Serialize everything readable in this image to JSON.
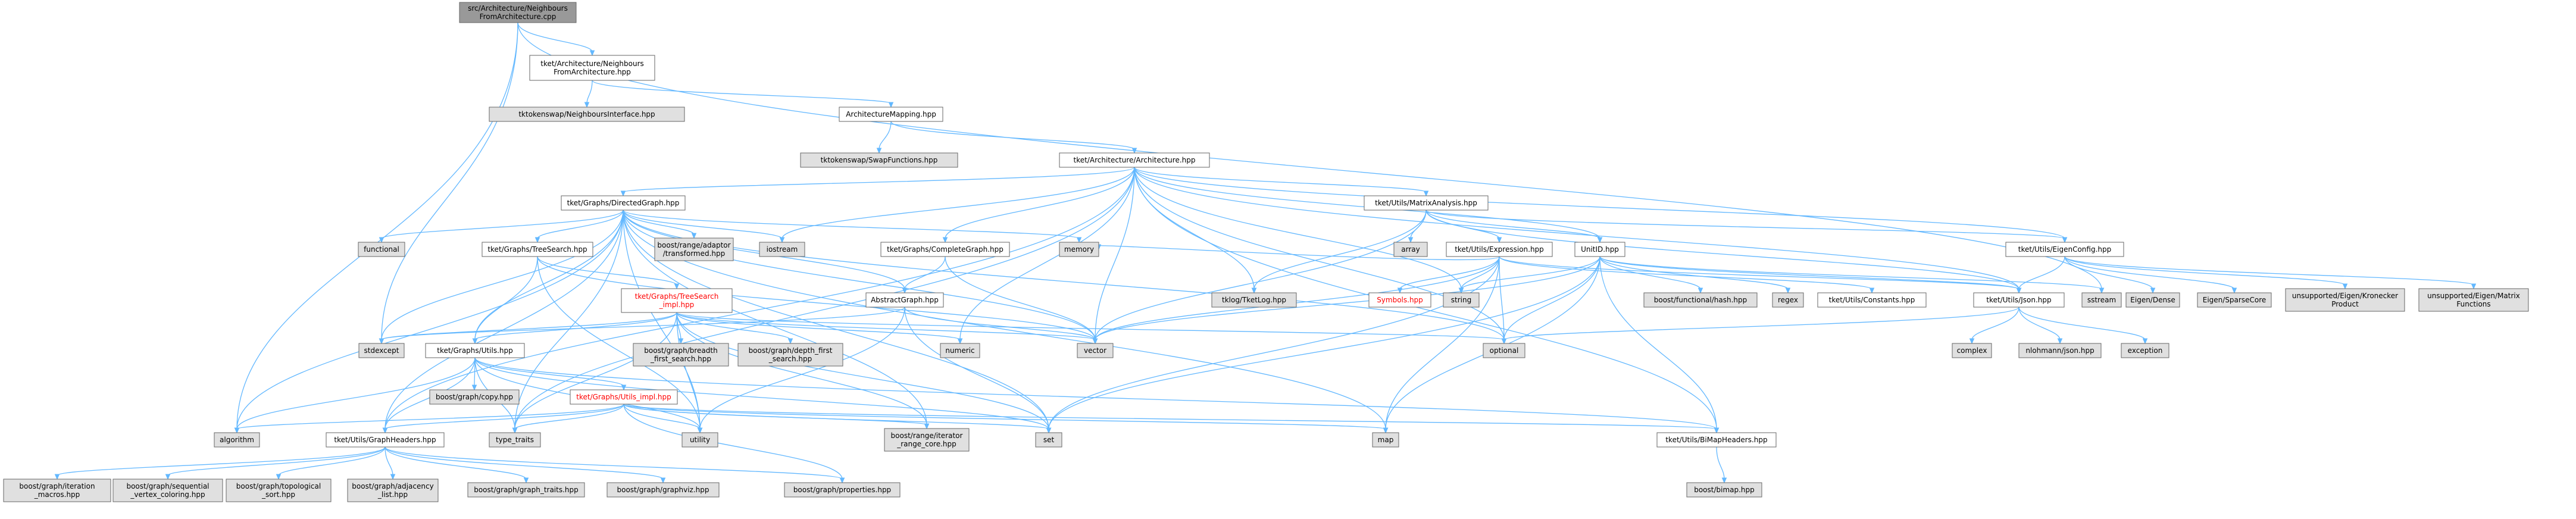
{
  "graph": {
    "nodes": [
      {
        "id": "src",
        "lines": [
          "src/Architecture/Neighbours",
          "FromArchitecture.cpp"
        ],
        "style": "root"
      },
      {
        "id": "nfa",
        "lines": [
          "tket/Architecture/Neighbours",
          "FromArchitecture.hpp"
        ],
        "style": "normal"
      },
      {
        "id": "tki",
        "lines": [
          "tktokenswap/NeighboursInterface.hpp"
        ],
        "style": "external"
      },
      {
        "id": "am",
        "lines": [
          "ArchitectureMapping.hpp"
        ],
        "style": "normal"
      },
      {
        "id": "tsf",
        "lines": [
          "tktokenswap/SwapFunctions.hpp"
        ],
        "style": "external"
      },
      {
        "id": "arch",
        "lines": [
          "tket/Architecture/Architecture.hpp"
        ],
        "style": "normal"
      },
      {
        "id": "dg",
        "lines": [
          "tket/Graphs/DirectedGraph.hpp"
        ],
        "style": "normal"
      },
      {
        "id": "functional",
        "lines": [
          "functional"
        ],
        "style": "external"
      },
      {
        "id": "ts",
        "lines": [
          "tket/Graphs/TreeSearch.hpp"
        ],
        "style": "normal"
      },
      {
        "id": "bra",
        "lines": [
          "boost/range/adaptor",
          "/transformed.hpp"
        ],
        "style": "external"
      },
      {
        "id": "iostream",
        "lines": [
          "iostream"
        ],
        "style": "external"
      },
      {
        "id": "cg",
        "lines": [
          "tket/Graphs/CompleteGraph.hpp"
        ],
        "style": "normal"
      },
      {
        "id": "memory",
        "lines": [
          "memory"
        ],
        "style": "external"
      },
      {
        "id": "ma",
        "lines": [
          "tket/Utils/MatrixAnalysis.hpp"
        ],
        "style": "normal"
      },
      {
        "id": "array",
        "lines": [
          "array"
        ],
        "style": "external"
      },
      {
        "id": "expr",
        "lines": [
          "tket/Utils/Expression.hpp"
        ],
        "style": "normal"
      },
      {
        "id": "unitid",
        "lines": [
          "UnitID.hpp"
        ],
        "style": "normal"
      },
      {
        "id": "ec",
        "lines": [
          "tket/Utils/EigenConfig.hpp"
        ],
        "style": "normal"
      },
      {
        "id": "tsi",
        "lines": [
          "tket/Graphs/TreeSearch",
          "_impl.hpp"
        ],
        "style": "truncated"
      },
      {
        "id": "ag",
        "lines": [
          "AbstractGraph.hpp"
        ],
        "style": "normal"
      },
      {
        "id": "symbols",
        "lines": [
          "Symbols.hpp"
        ],
        "style": "truncated"
      },
      {
        "id": "tklog",
        "lines": [
          "tklog/TketLog.hpp"
        ],
        "style": "external"
      },
      {
        "id": "string",
        "lines": [
          "string"
        ],
        "style": "external"
      },
      {
        "id": "bfh",
        "lines": [
          "boost/functional/hash.hpp"
        ],
        "style": "external"
      },
      {
        "id": "regex",
        "lines": [
          "regex"
        ],
        "style": "external"
      },
      {
        "id": "consts",
        "lines": [
          "tket/Utils/Constants.hpp"
        ],
        "style": "normal"
      },
      {
        "id": "json",
        "lines": [
          "tket/Utils/Json.hpp"
        ],
        "style": "normal"
      },
      {
        "id": "sstream",
        "lines": [
          "sstream"
        ],
        "style": "external"
      },
      {
        "id": "eigdense",
        "lines": [
          "Eigen/Dense"
        ],
        "style": "external"
      },
      {
        "id": "eigsparse",
        "lines": [
          "Eigen/SparseCore"
        ],
        "style": "external"
      },
      {
        "id": "unkron",
        "lines": [
          "unsupported/Eigen/Kronecker",
          "Product"
        ],
        "style": "external"
      },
      {
        "id": "unmat",
        "lines": [
          "unsupported/Eigen/Matrix",
          "Functions"
        ],
        "style": "external"
      },
      {
        "id": "stdexcept",
        "lines": [
          "stdexcept"
        ],
        "style": "external"
      },
      {
        "id": "gu",
        "lines": [
          "tket/Graphs/Utils.hpp"
        ],
        "style": "normal"
      },
      {
        "id": "bgbfs",
        "lines": [
          "boost/graph/breadth",
          "_first_search.hpp"
        ],
        "style": "external"
      },
      {
        "id": "bgdfs",
        "lines": [
          "boost/graph/depth_first",
          "_search.hpp"
        ],
        "style": "external"
      },
      {
        "id": "numeric",
        "lines": [
          "numeric"
        ],
        "style": "external"
      },
      {
        "id": "vector",
        "lines": [
          "vector"
        ],
        "style": "external"
      },
      {
        "id": "optional",
        "lines": [
          "optional"
        ],
        "style": "external"
      },
      {
        "id": "complex",
        "lines": [
          "complex"
        ],
        "style": "external"
      },
      {
        "id": "nlohmann",
        "lines": [
          "nlohmann/json.hpp"
        ],
        "style": "external"
      },
      {
        "id": "exception",
        "lines": [
          "exception"
        ],
        "style": "external"
      },
      {
        "id": "bgcopy",
        "lines": [
          "boost/graph/copy.hpp"
        ],
        "style": "external"
      },
      {
        "id": "gui",
        "lines": [
          "tket/Graphs/Utils_impl.hpp"
        ],
        "style": "truncated"
      },
      {
        "id": "algorithm",
        "lines": [
          "algorithm"
        ],
        "style": "external"
      },
      {
        "id": "gh",
        "lines": [
          "tket/Utils/GraphHeaders.hpp"
        ],
        "style": "normal"
      },
      {
        "id": "type_traits",
        "lines": [
          "type_traits"
        ],
        "style": "external"
      },
      {
        "id": "utility",
        "lines": [
          "utility"
        ],
        "style": "external"
      },
      {
        "id": "bric",
        "lines": [
          "boost/range/iterator",
          "_range_core.hpp"
        ],
        "style": "external"
      },
      {
        "id": "set",
        "lines": [
          "set"
        ],
        "style": "external"
      },
      {
        "id": "map",
        "lines": [
          "map"
        ],
        "style": "external"
      },
      {
        "id": "bimap",
        "lines": [
          "tket/Utils/BiMapHeaders.hpp"
        ],
        "style": "normal"
      },
      {
        "id": "bbimap",
        "lines": [
          "boost/bimap.hpp"
        ],
        "style": "external"
      },
      {
        "id": "bgiter",
        "lines": [
          "boost/graph/iteration",
          "_macros.hpp"
        ],
        "style": "external"
      },
      {
        "id": "bgseq",
        "lines": [
          "boost/graph/sequential",
          "_vertex_coloring.hpp"
        ],
        "style": "external"
      },
      {
        "id": "bgtopo",
        "lines": [
          "boost/graph/topological",
          "_sort.hpp"
        ],
        "style": "external"
      },
      {
        "id": "bgadj",
        "lines": [
          "boost/graph/adjacency",
          "_list.hpp"
        ],
        "style": "external"
      },
      {
        "id": "bgtraits",
        "lines": [
          "boost/graph/graph_traits.hpp"
        ],
        "style": "external"
      },
      {
        "id": "bgviz",
        "lines": [
          "boost/graph/graphviz.hpp"
        ],
        "style": "external"
      },
      {
        "id": "bgprops",
        "lines": [
          "boost/graph/properties.hpp"
        ],
        "style": "external"
      }
    ],
    "edges": [
      [
        "src",
        "nfa"
      ],
      [
        "src",
        "stdexcept"
      ],
      [
        "src",
        "algorithm"
      ],
      [
        "src",
        "sstream"
      ],
      [
        "nfa",
        "tki"
      ],
      [
        "nfa",
        "am"
      ],
      [
        "am",
        "tsf"
      ],
      [
        "am",
        "arch"
      ],
      [
        "arch",
        "dg"
      ],
      [
        "arch",
        "cg"
      ],
      [
        "arch",
        "ma"
      ],
      [
        "arch",
        "ec"
      ],
      [
        "arch",
        "unitid"
      ],
      [
        "arch",
        "iostream"
      ],
      [
        "arch",
        "json"
      ],
      [
        "arch",
        "tklog"
      ],
      [
        "arch",
        "string"
      ],
      [
        "arch",
        "numeric"
      ],
      [
        "arch",
        "vector"
      ],
      [
        "arch",
        "optional"
      ],
      [
        "arch",
        "bimap"
      ],
      [
        "arch",
        "gh"
      ],
      [
        "arch",
        "type_traits"
      ],
      [
        "dg",
        "functional"
      ],
      [
        "dg",
        "ts"
      ],
      [
        "dg",
        "bra"
      ],
      [
        "dg",
        "iostream"
      ],
      [
        "dg",
        "ag"
      ],
      [
        "dg",
        "memory"
      ],
      [
        "dg",
        "stdexcept"
      ],
      [
        "dg",
        "gu"
      ],
      [
        "dg",
        "gh"
      ],
      [
        "dg",
        "vector"
      ],
      [
        "dg",
        "optional"
      ],
      [
        "dg",
        "set"
      ],
      [
        "dg",
        "map"
      ],
      [
        "dg",
        "algorithm"
      ],
      [
        "dg",
        "type_traits"
      ],
      [
        "dg",
        "utility"
      ],
      [
        "dg",
        "bric"
      ],
      [
        "ts",
        "tsi"
      ],
      [
        "ts",
        "gu"
      ],
      [
        "ts",
        "vector"
      ],
      [
        "ts",
        "utility"
      ],
      [
        "cg",
        "ag"
      ],
      [
        "cg",
        "vector"
      ],
      [
        "ma",
        "array"
      ],
      [
        "ma",
        "expr"
      ],
      [
        "ma",
        "unitid"
      ],
      [
        "ma",
        "ec"
      ],
      [
        "ma",
        "json"
      ],
      [
        "ma",
        "tklog"
      ],
      [
        "ma",
        "vector"
      ],
      [
        "expr",
        "symbols"
      ],
      [
        "expr",
        "consts"
      ],
      [
        "expr",
        "json"
      ],
      [
        "expr",
        "memory"
      ],
      [
        "expr",
        "optional"
      ],
      [
        "expr",
        "map"
      ],
      [
        "expr",
        "set"
      ],
      [
        "expr",
        "string"
      ],
      [
        "expr",
        "vector"
      ],
      [
        "unitid",
        "bfh"
      ],
      [
        "unitid",
        "regex"
      ],
      [
        "unitid",
        "json"
      ],
      [
        "unitid",
        "sstream"
      ],
      [
        "unitid",
        "string"
      ],
      [
        "unitid",
        "optional"
      ],
      [
        "unitid",
        "map"
      ],
      [
        "unitid",
        "set"
      ],
      [
        "unitid",
        "vector"
      ],
      [
        "unitid",
        "bimap"
      ],
      [
        "ec",
        "eigdense"
      ],
      [
        "ec",
        "eigsparse"
      ],
      [
        "ec",
        "unkron"
      ],
      [
        "ec",
        "unmat"
      ],
      [
        "ec",
        "json"
      ],
      [
        "tsi",
        "gu"
      ],
      [
        "tsi",
        "bgbfs"
      ],
      [
        "tsi",
        "bgdfs"
      ],
      [
        "tsi",
        "numeric"
      ],
      [
        "tsi",
        "vector"
      ],
      [
        "tsi",
        "bric"
      ],
      [
        "tsi",
        "type_traits"
      ],
      [
        "tsi",
        "utility"
      ],
      [
        "tsi",
        "set"
      ],
      [
        "tsi",
        "optional"
      ],
      [
        "tsi",
        "stdexcept"
      ],
      [
        "ag",
        "stdexcept"
      ],
      [
        "ag",
        "vector"
      ],
      [
        "ag",
        "set"
      ],
      [
        "ag",
        "utility"
      ],
      [
        "json",
        "complex"
      ],
      [
        "json",
        "nlohmann"
      ],
      [
        "json",
        "exception"
      ],
      [
        "json",
        "optional"
      ],
      [
        "gu",
        "bgcopy"
      ],
      [
        "gu",
        "gui"
      ],
      [
        "gu",
        "gh"
      ],
      [
        "gu",
        "algorithm"
      ],
      [
        "gu",
        "type_traits"
      ],
      [
        "gu",
        "utility"
      ],
      [
        "gu",
        "set"
      ],
      [
        "gu",
        "bimap"
      ],
      [
        "gui",
        "algorithm"
      ],
      [
        "gui",
        "gh"
      ],
      [
        "gui",
        "type_traits"
      ],
      [
        "gui",
        "utility"
      ],
      [
        "gui",
        "bric"
      ],
      [
        "gui",
        "set"
      ],
      [
        "gui",
        "map"
      ],
      [
        "gui",
        "bgprops"
      ],
      [
        "gui",
        "bimap"
      ],
      [
        "gh",
        "bgiter"
      ],
      [
        "gh",
        "bgseq"
      ],
      [
        "gh",
        "bgtopo"
      ],
      [
        "gh",
        "bgadj"
      ],
      [
        "gh",
        "bgtraits"
      ],
      [
        "gh",
        "bgviz"
      ],
      [
        "gh",
        "bgprops"
      ],
      [
        "bimap",
        "bbimap"
      ]
    ]
  }
}
